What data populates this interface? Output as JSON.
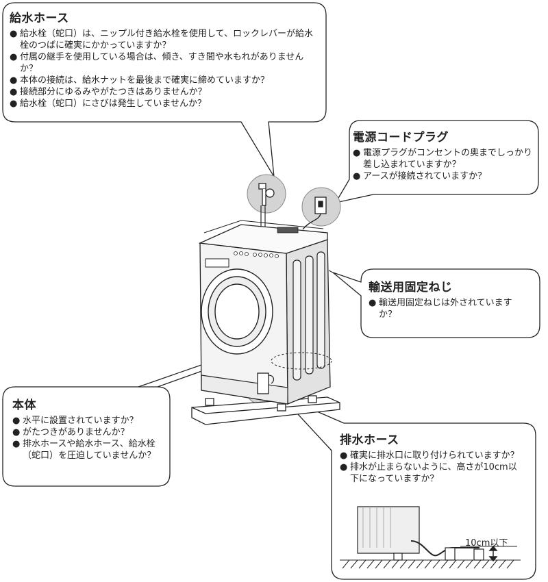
{
  "callouts": {
    "water_hose": {
      "title": "給水ホース",
      "items": [
        "給水栓（蛇口）は、ニップル付き給水栓を使用して、ロックレバーが給水栓のつばに確実にかかっていますか？",
        "付属の継手を使用している場合は、傾き、すき間や水もれがありませんか？",
        "本体の接続は、給水ナットを最後まで確実に締めていますか？",
        "接続部分にゆるみやがたつきはありませんか？",
        "給水栓（蛇口）にさびは発生していませんか？"
      ]
    },
    "power_plug": {
      "title": "電源コードプラグ",
      "items": [
        "電源プラグがコンセントの奥までしっかり差し込まれていますか？",
        "アースが接続されていますか？"
      ]
    },
    "transport_screw": {
      "title": "輸送用固定ねじ",
      "items": [
        "輸送用固定ねじは外されていますか？"
      ]
    },
    "main_body": {
      "title": "本体",
      "items": [
        "水平に設置されていますか？",
        "がたつきがありませんか？",
        "排水ホースや給水ホース、給水栓（蛇口）を圧迫していませんか？"
      ]
    },
    "drain_hose": {
      "title": "排水ホース",
      "items": [
        "確実に排水口に取り付けられていますか？",
        "排水が止まらないように、高さが10cm以下になっていますか？"
      ],
      "height_label": "10cm以下"
    }
  },
  "colors": {
    "outline": "#222222",
    "zoom_circle": "#d4d4d4",
    "machine_face": "#f4f4f4",
    "machine_side": "#e2e2e2"
  }
}
